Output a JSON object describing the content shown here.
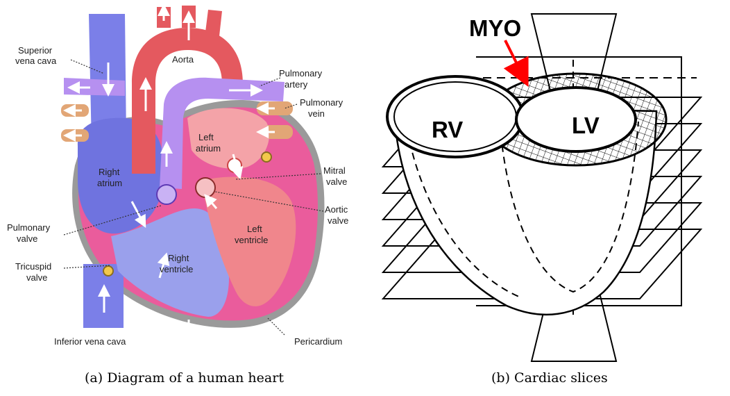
{
  "panel_a": {
    "caption": "(a) Diagram of a human heart",
    "labels": {
      "superior_vena_cava_1": "Superior",
      "superior_vena_cava_2": "vena cava",
      "aorta": "Aorta",
      "pulmonary_artery_1": "Pulmonary",
      "pulmonary_artery_2": "artery",
      "pulmonary_vein_1": "Pulmonary",
      "pulmonary_vein_2": "vein",
      "left_atrium_1": "Left",
      "left_atrium_2": "atrium",
      "right_atrium_1": "Right",
      "right_atrium_2": "atrium",
      "mitral_valve_1": "Mitral",
      "mitral_valve_2": "valve",
      "aortic_valve_1": "Aortic",
      "aortic_valve_2": "valve",
      "pulmonary_valve_1": "Pulmonary",
      "pulmonary_valve_2": "valve",
      "left_ventricle_1": "Left",
      "left_ventricle_2": "ventricle",
      "right_ventricle_1": "Right",
      "right_ventricle_2": "ventricle",
      "tricuspid_valve_1": "Tricuspid",
      "tricuspid_valve_2": "valve",
      "inferior_vena_cava": "Inferior vena cava",
      "pericardium": "Pericardium"
    },
    "colors": {
      "vein_blue": "#7b7fe8",
      "aorta_red": "#e4595f",
      "pulmonary_purple": "#b690f0",
      "pulmonary_vein_tan": "#e2a676",
      "heart_pink": "#ea5c9c",
      "pericardium_gray": "#9a9a9a"
    }
  },
  "panel_b": {
    "caption": "(b) Cardiac slices",
    "labels": {
      "myo": "MYO",
      "rv": "RV",
      "lv": "LV"
    },
    "colors": {
      "arrow": "#ff0000",
      "lines": "#000000"
    }
  }
}
